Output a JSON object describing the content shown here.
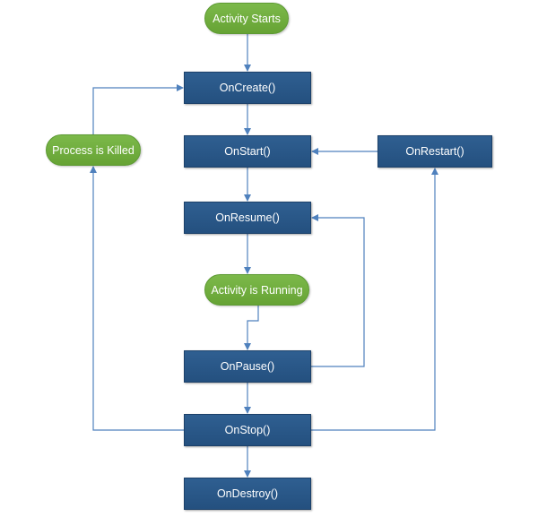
{
  "colors": {
    "process_fill": "#2a5a8a",
    "terminal_fill": "#70b13f",
    "connector": "#4f81bd",
    "text": "#ffffff"
  },
  "nodes": {
    "activity_starts": "Activity Starts",
    "oncreate": "OnCreate()",
    "onstart": "OnStart()",
    "onresume": "OnResume()",
    "activity_running": "Activity is Running",
    "onpause": "OnPause()",
    "onstop": "OnStop()",
    "ondestroy": "OnDestroy()",
    "process_killed": "Process is Killed",
    "onrestart": "OnRestart()"
  }
}
